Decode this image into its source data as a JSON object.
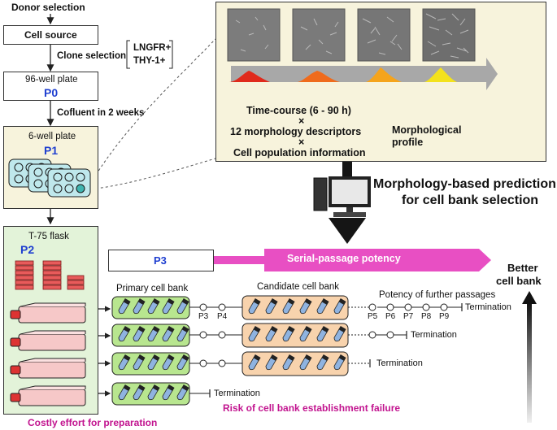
{
  "workflow": {
    "donor_selection": "Donor selection",
    "cell_source": "Cell source",
    "clone_selection": "Clone selection",
    "markers": [
      "LNGFR+",
      "THY-1+"
    ],
    "plate96": "96-well plate",
    "p0": "P0",
    "confluent": "Cofluent in 2 weeks",
    "plate6": "6-well plate",
    "p1": "P1",
    "t75": "T-75 flask",
    "p2": "P2",
    "p3": "P3"
  },
  "profile": {
    "time_course": "Time-course (6 - 90 h)",
    "times1": "×",
    "descriptors": "12 morphology descriptors",
    "times2": "×",
    "population": "Cell population information",
    "label_line1": "Morphological",
    "label_line2": "profile"
  },
  "prediction": {
    "line1": "Morphology-based prediction",
    "line2": "for cell bank selection"
  },
  "potency": {
    "serial_passage": "Serial-passage potency",
    "better_line1": "Better",
    "better_line2": "cell bank"
  },
  "banks": {
    "primary": "Primary cell bank",
    "candidate": "Candidate cell bank",
    "further": "Potency of further passages",
    "passages_a": [
      "P3",
      "P4"
    ],
    "passages_b": [
      "P5",
      "P6",
      "P7",
      "P8",
      "P9"
    ],
    "termination": "Termination"
  },
  "footer": {
    "costly": "Costly effort for preparation",
    "risk": "Risk of cell bank establishment failure"
  },
  "colors": {
    "accent_blue": "#1f3fd0",
    "magenta": "#c2148f",
    "pink_arrow": "#e84fc3",
    "beige_panel": "#f7f3dc",
    "green_panel": "#e3f3d9",
    "green_bank": "#b8e68f",
    "orange_bank": "#f8d3ad"
  }
}
